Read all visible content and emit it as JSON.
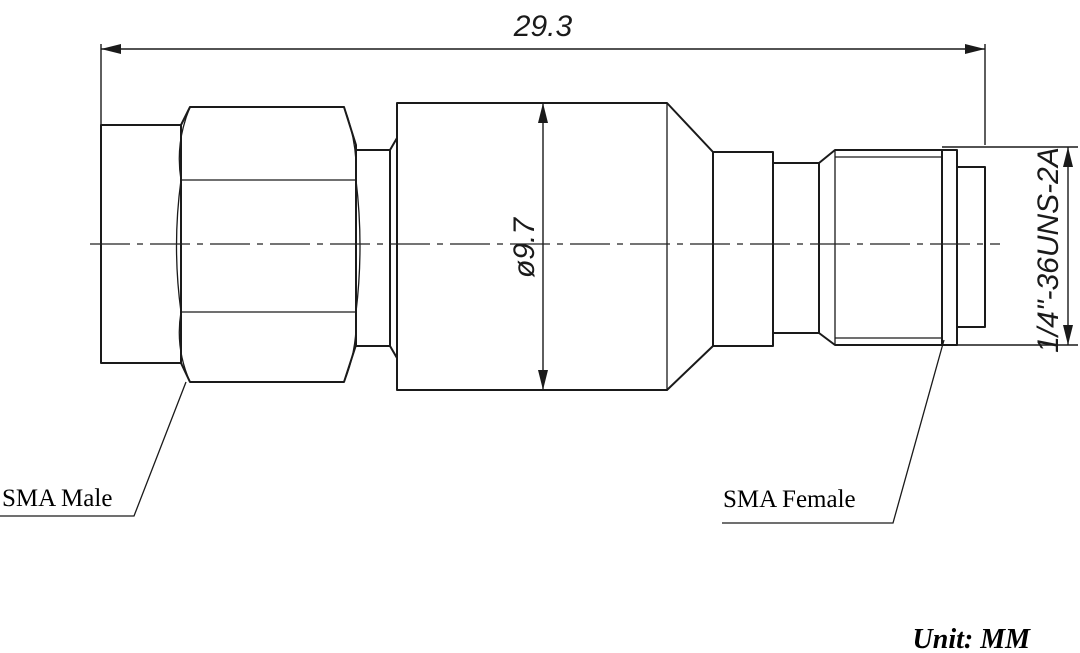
{
  "drawing": {
    "overall_length_label": "29.3",
    "body_diameter_label": "ø9.7",
    "thread_spec_label": "1/4\"-36UNS-2A",
    "callouts": {
      "left_label": "SMA Male",
      "right_label": "SMA Female"
    },
    "unit_label": "Unit: MM"
  }
}
